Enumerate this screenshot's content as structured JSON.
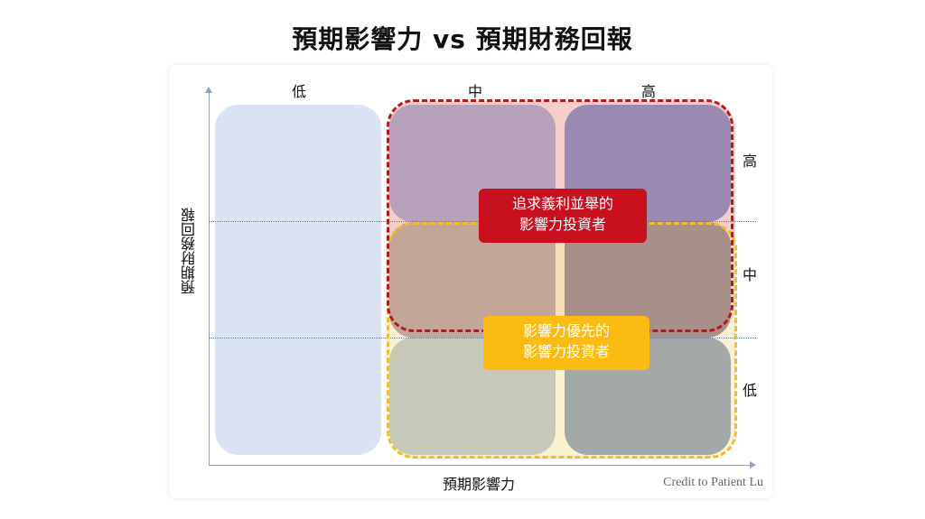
{
  "title": "預期影響力 vs 預期財務回報",
  "x_axis": {
    "title": "預期影響力",
    "levels": [
      "低",
      "中",
      "高"
    ]
  },
  "y_axis": {
    "title": "預期財務回報",
    "levels": [
      "高",
      "中",
      "低"
    ]
  },
  "groups": {
    "red": {
      "line1": "追求義利並舉的",
      "line2": "影響力投資者",
      "color": "#c8101e"
    },
    "yellow": {
      "line1": "影響力優先的",
      "line2": "影響力投資者",
      "color": "#fbbb12"
    }
  },
  "credit": "Credit to Patient Lu"
}
